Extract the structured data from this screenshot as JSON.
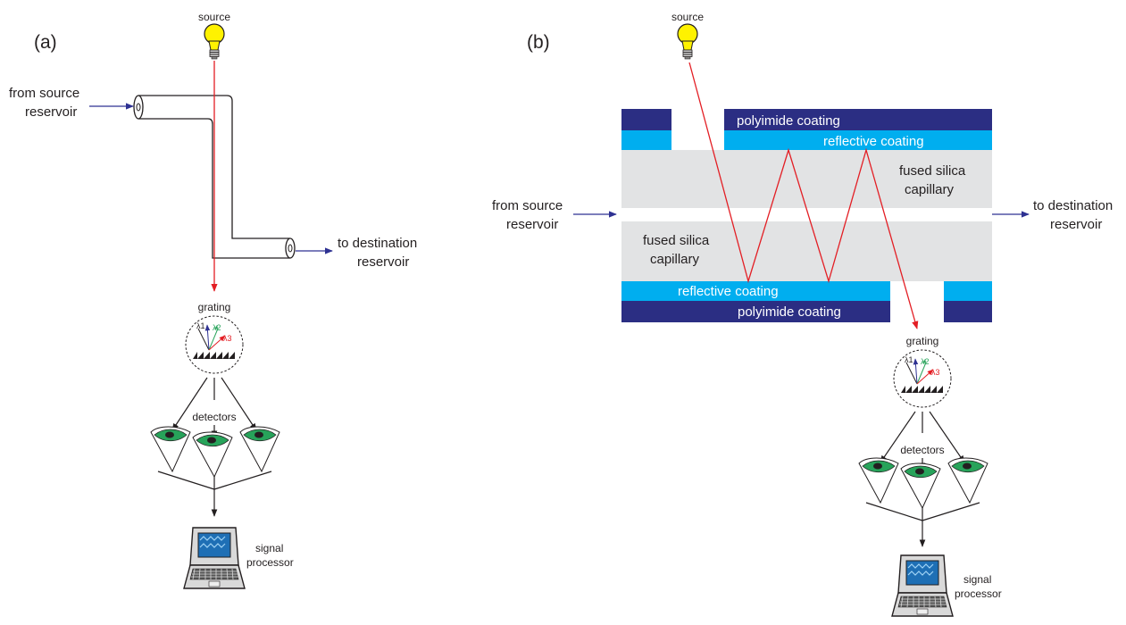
{
  "panel_a": {
    "label": "(a)",
    "source": "source",
    "inlet": [
      "from source",
      "reservoir"
    ],
    "outlet": [
      "to destination",
      "reservoir"
    ],
    "grating": "grating",
    "lambdas": [
      "λ1",
      "λ2",
      "λ3"
    ],
    "detectors": "detectors",
    "processor": [
      "signal",
      "processor"
    ]
  },
  "panel_b": {
    "label": "(b)",
    "source": "source",
    "coating_polyimide": "polyimide coating",
    "coating_reflective": "reflective coating",
    "capillary": [
      "fused silica",
      "capillary"
    ],
    "inlet": [
      "from source",
      "reservoir"
    ],
    "outlet": [
      "to destination",
      "reservoir"
    ],
    "grating": "grating",
    "lambdas": [
      "λ1",
      "λ2",
      "λ3"
    ],
    "detectors": "detectors",
    "processor": [
      "signal",
      "processor"
    ]
  },
  "colors": {
    "beam": "#e31e24",
    "flow_arrow": "#2e3192",
    "polyimide": "#2b2e83",
    "reflective": "#00aeef",
    "silica": "#e2e3e4",
    "bulb": "#fff200",
    "detector_eye": "#27a35a",
    "screen": "#1e6fb5"
  }
}
